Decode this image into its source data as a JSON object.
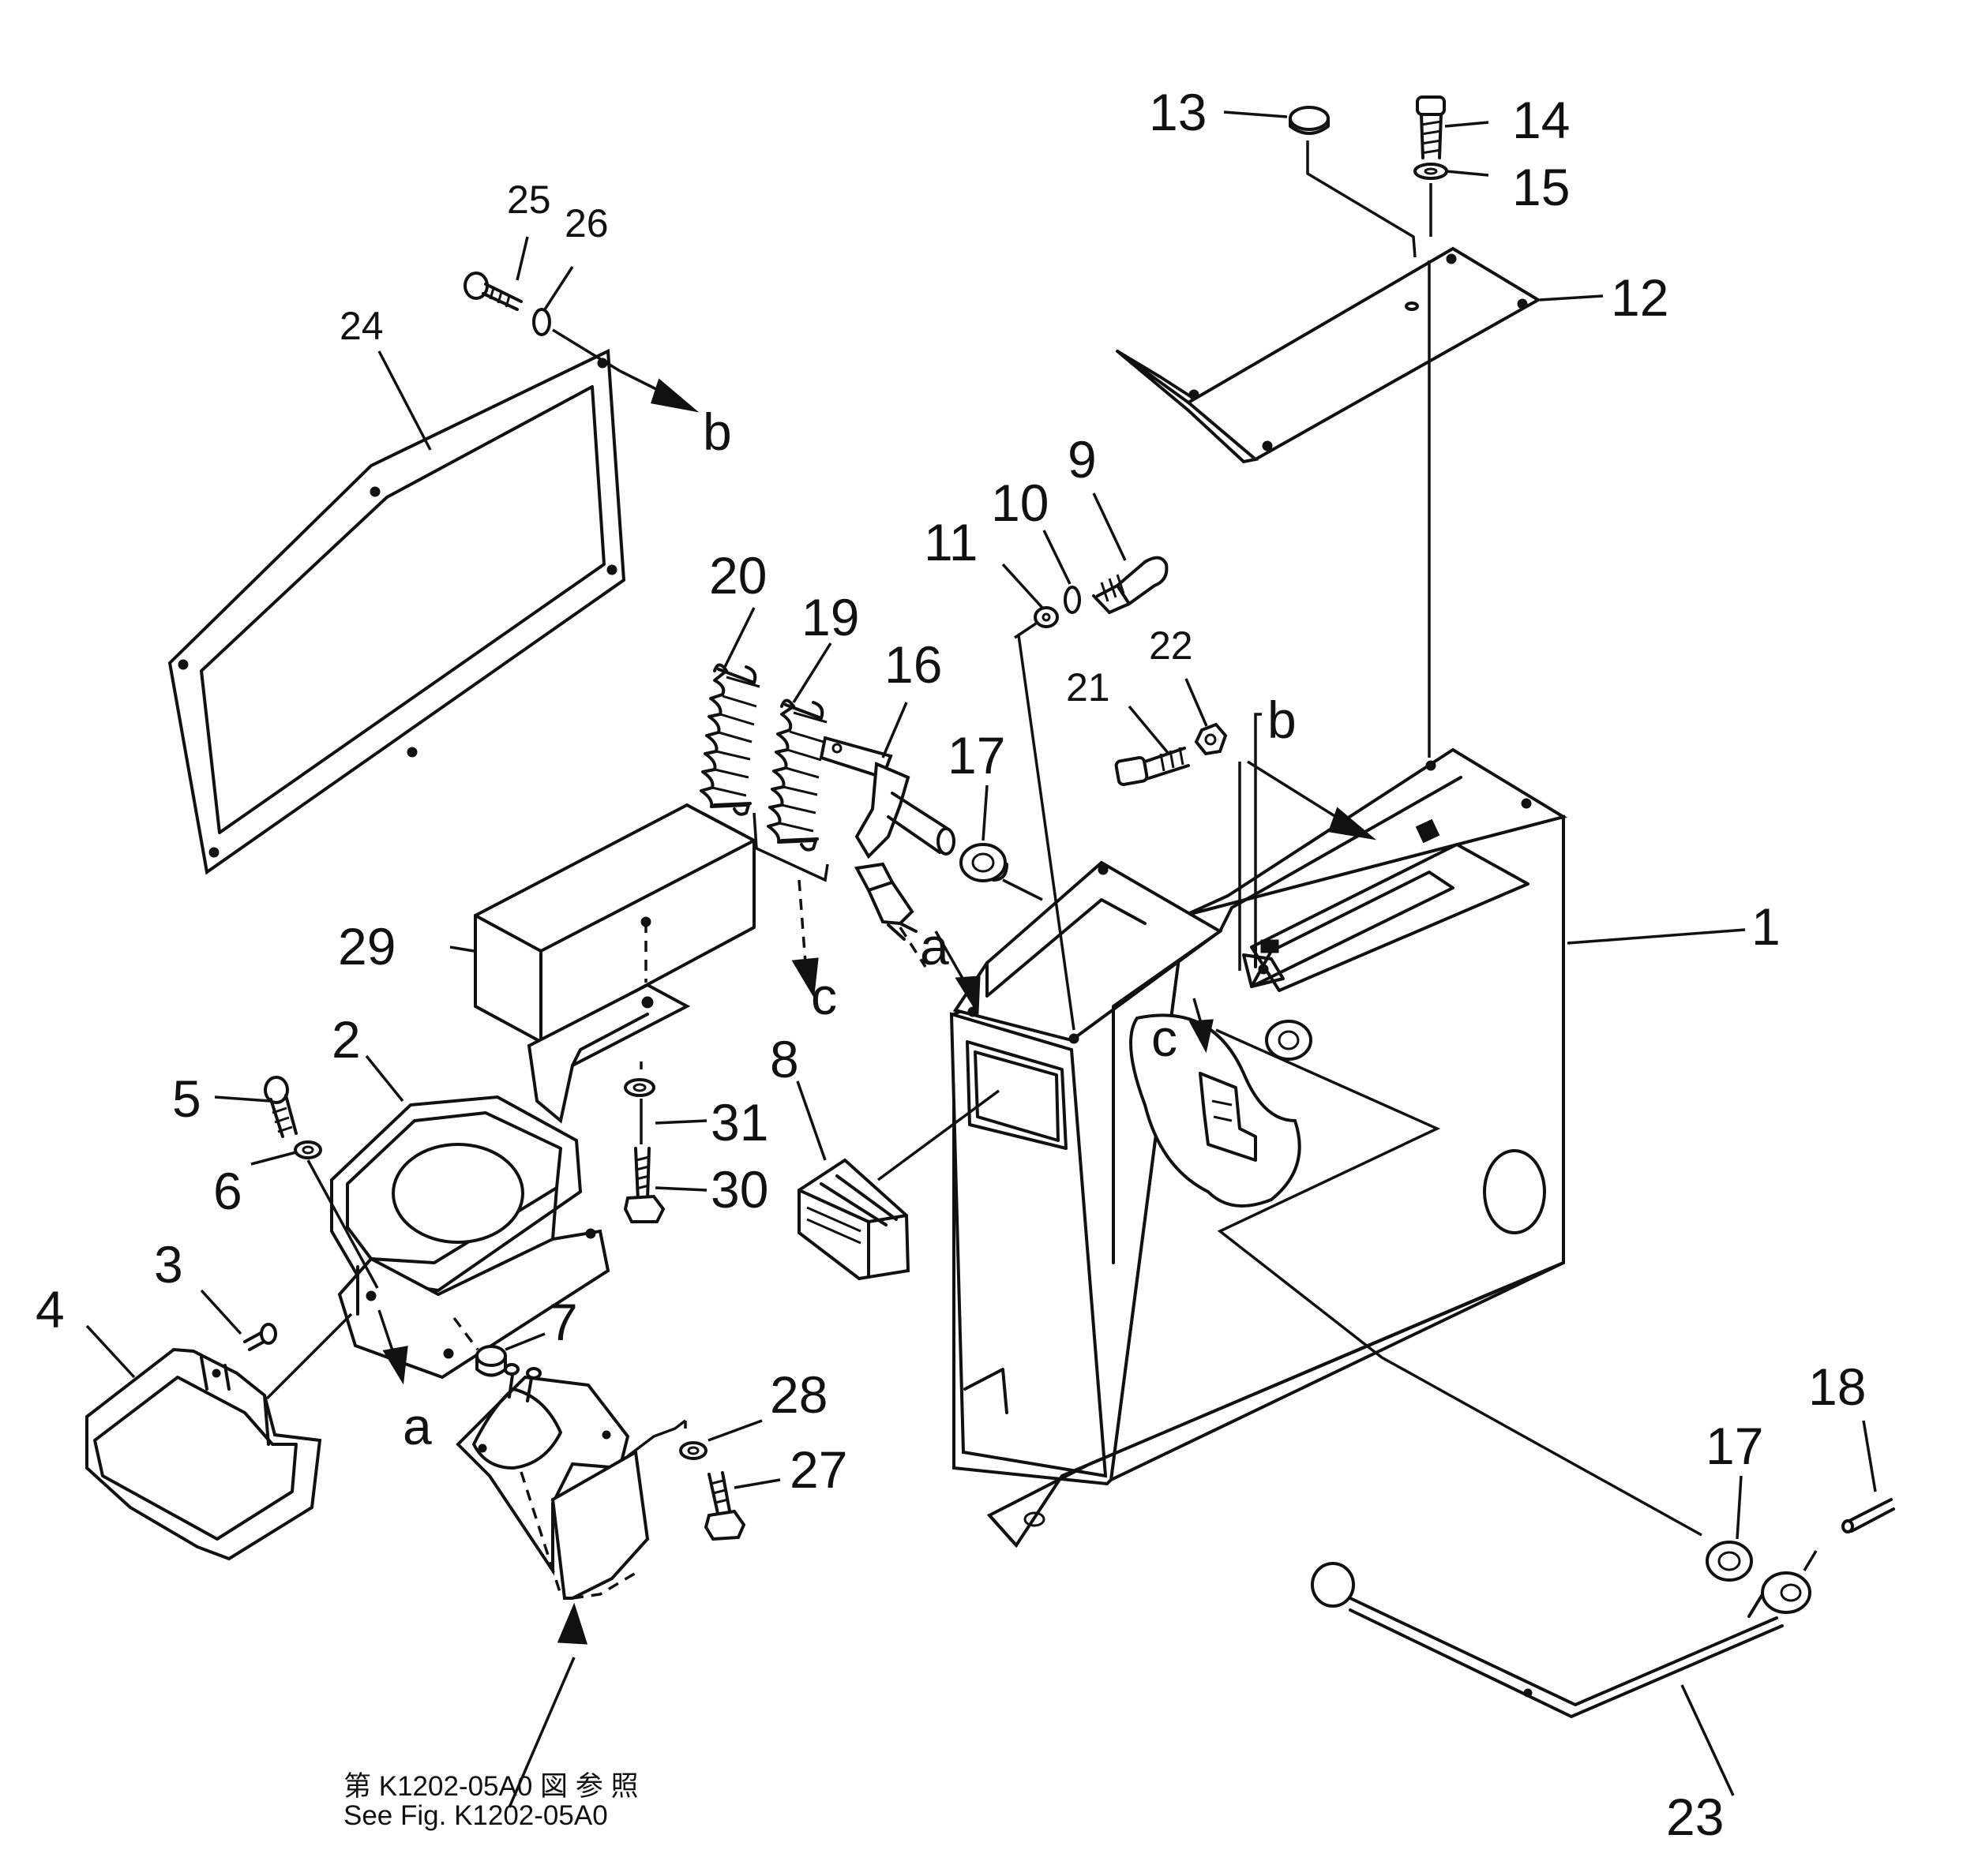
{
  "callouts": {
    "c1": "1",
    "c2": "2",
    "c3": "3",
    "c4": "4",
    "c5": "5",
    "c6": "6",
    "c7": "7",
    "c8": "8",
    "c9": "9",
    "c10": "10",
    "c11": "11",
    "c12": "12",
    "c13": "13",
    "c14": "14",
    "c15": "15",
    "c16": "16",
    "c17a": "17",
    "c17b": "17",
    "c18": "18",
    "c19": "19",
    "c20": "20",
    "c21": "21",
    "c22": "22",
    "c23": "23",
    "c24": "24",
    "c25": "25",
    "c26": "26",
    "c27": "27",
    "c28": "28",
    "c29": "29",
    "c30": "30",
    "c31": "31"
  },
  "connectors": {
    "a1": "a",
    "a2": "a",
    "b1": "b",
    "b2": "b",
    "c1": "c",
    "c2": "c"
  },
  "reference": {
    "line_ja": "第 K1202-05A0 図 参 照",
    "line_en": "See Fig. K1202-05A0"
  }
}
